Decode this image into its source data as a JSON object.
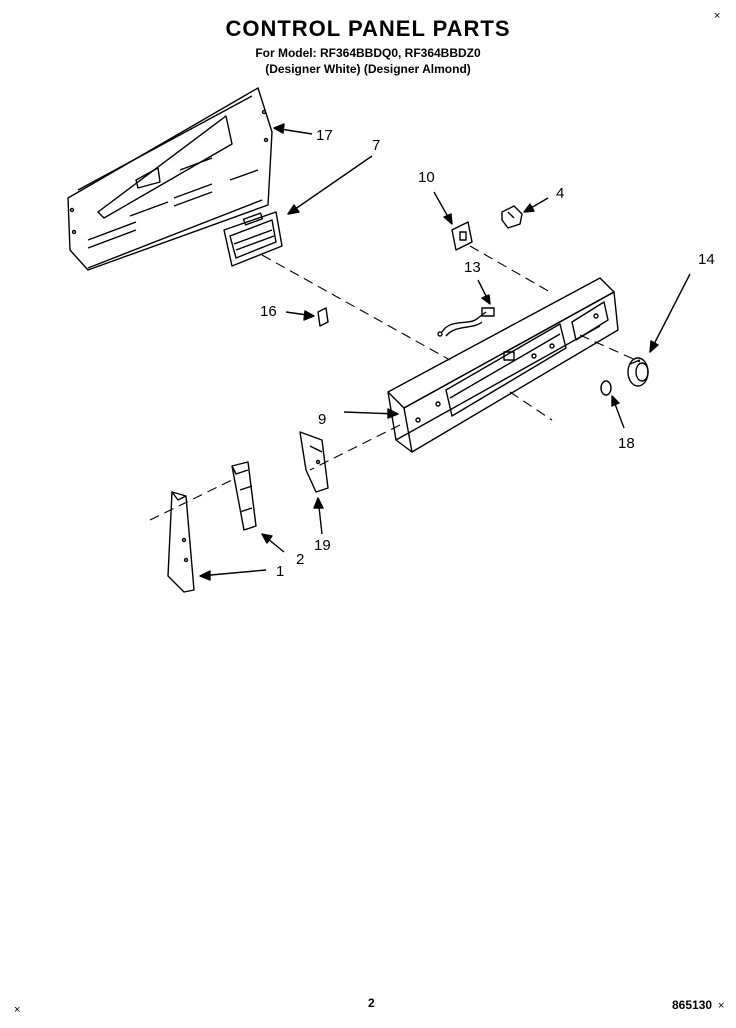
{
  "header": {
    "title": "CONTROL PANEL PARTS",
    "subtitle_line1": "For Model: RF364BBDQ0, RF364BBDZ0",
    "subtitle_line2": "(Designer White) (Designer Almond)"
  },
  "corner_marks": {
    "top_right": "×",
    "bottom_left": "×",
    "bottom_right": "×"
  },
  "footer": {
    "page_number": "2",
    "doc_number": "865130"
  },
  "parts": [
    {
      "label": "17"
    },
    {
      "label": "7"
    },
    {
      "label": "10"
    },
    {
      "label": "4"
    },
    {
      "label": "13"
    },
    {
      "label": "14"
    },
    {
      "label": "16"
    },
    {
      "label": "9"
    },
    {
      "label": "18"
    },
    {
      "label": "2"
    },
    {
      "label": "19"
    },
    {
      "label": "1"
    }
  ]
}
